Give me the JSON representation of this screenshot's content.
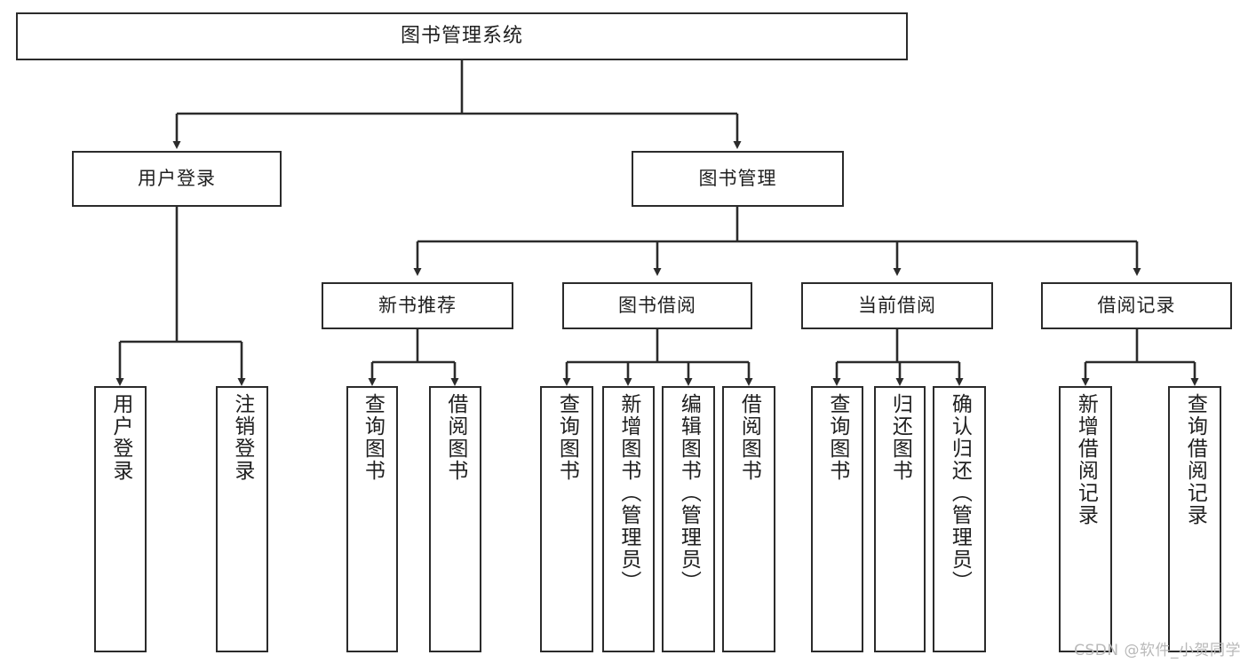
{
  "diagram": {
    "title": "图书管理系统",
    "watermark": "CSDN @软件_小贺同学",
    "root": {
      "label": "图书管理系统"
    },
    "level2": [
      {
        "label": "用户登录"
      },
      {
        "label": "图书管理"
      }
    ],
    "level3": [
      {
        "label": "新书推荐"
      },
      {
        "label": "图书借阅"
      },
      {
        "label": "当前借阅"
      },
      {
        "label": "借阅记录"
      }
    ],
    "leaves": {
      "user_login": [
        {
          "label": "用户登录"
        },
        {
          "label": "注销登录"
        }
      ],
      "new_book_recommend": [
        {
          "label": "查询图书"
        },
        {
          "label": "借阅图书"
        }
      ],
      "book_borrow": [
        {
          "label": "查询图书"
        },
        {
          "label": "新增图书（管理员）"
        },
        {
          "label": "编辑图书（管理员）"
        },
        {
          "label": "借阅图书"
        }
      ],
      "current_borrow": [
        {
          "label": "查询图书"
        },
        {
          "label": "归还图书"
        },
        {
          "label": "确认归还（管理员）"
        }
      ],
      "borrow_record": [
        {
          "label": "新增借阅记录"
        },
        {
          "label": "查询借阅记录"
        }
      ]
    },
    "colors": {
      "box_border": "#2b2b2b",
      "edge": "#2b2b2b",
      "background": "#ffffff",
      "watermark": "#b9b9b9"
    }
  }
}
